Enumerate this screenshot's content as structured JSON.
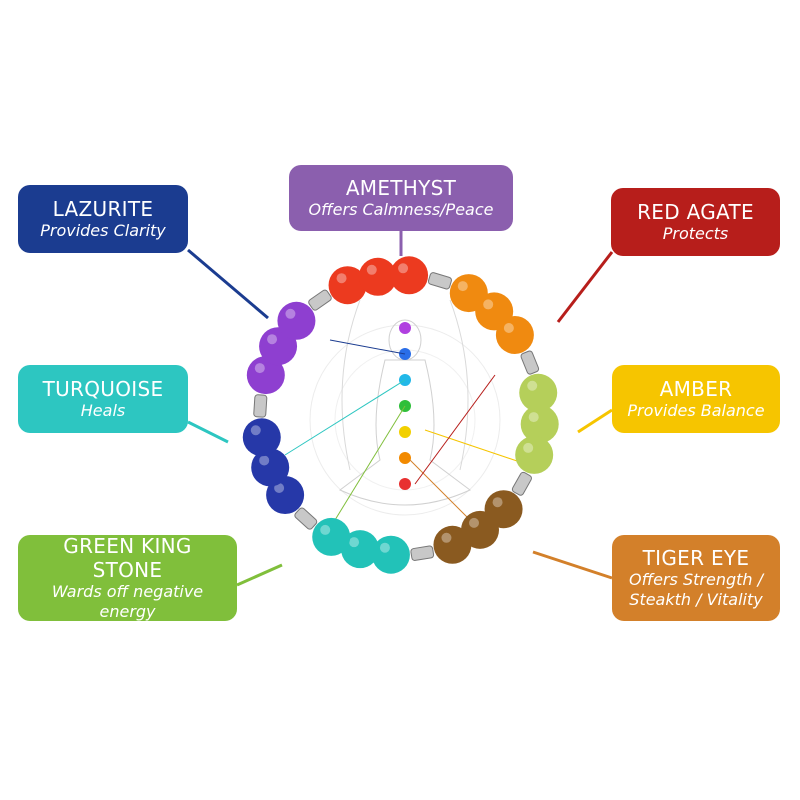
{
  "stones": [
    {
      "id": "lazurite",
      "title": "LAZURITE",
      "subtitle": "Provides Clarity",
      "color": "#1b3c90"
    },
    {
      "id": "amethyst",
      "title": "AMETHYST",
      "subtitle": "Offers Calmness/Peace",
      "color": "#8b5fae"
    },
    {
      "id": "red-agate",
      "title": "RED AGATE",
      "subtitle": "Protects",
      "color": "#b71e1b"
    },
    {
      "id": "turquoise",
      "title": "TURQUOISE",
      "subtitle": "Heals",
      "color": "#2dc6c1"
    },
    {
      "id": "amber",
      "title": "AMBER",
      "subtitle": "Provides Balance",
      "color": "#f6c500"
    },
    {
      "id": "green-king-stone",
      "title": "GREEN KING STONE",
      "subtitle": "Wards off negative energy",
      "color": "#80bf3b"
    },
    {
      "id": "tiger-eye",
      "title": "TIGER EYE",
      "subtitle": "Offers Strength / Steakth / Vitality",
      "color": "#d3802a"
    }
  ],
  "bead_colors": [
    "#8e3fd0",
    "#ec3a1f",
    "#f08a10",
    "#8a5a20",
    "#b5cf5a",
    "#22c2b8",
    "#2638a8"
  ],
  "chakra_colors": [
    "#b040e0",
    "#2a6ee8",
    "#22b8e8",
    "#2fbf3a",
    "#f2d000",
    "#f28a00",
    "#e83030"
  ]
}
